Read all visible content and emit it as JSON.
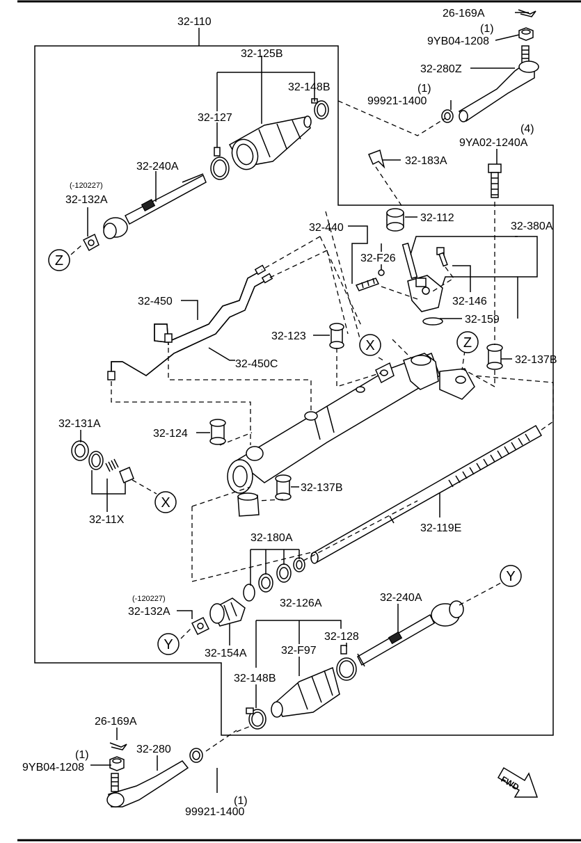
{
  "labels": {
    "p_32_110": "32-110",
    "p_32_125B": "32-125B",
    "p_32_148B_top": "32-148B",
    "p_32_127": "32-127",
    "p_32_240A_top": "32-240A",
    "p_date_top": "(-120227)",
    "p_32_132A_top": "32-132A",
    "p_26_169A_top": "26-169A",
    "p_qty_nut_top": "(1)",
    "p_9YB04_top": "9YB04-1208",
    "p_32_280Z": "32-280Z",
    "p_qty_99921_top": "(1)",
    "p_99921_top": "99921-1400",
    "p_qty_bolt": "(4)",
    "p_9YA02": "9YA02-1240A",
    "p_32_183A": "32-183A",
    "p_32_112": "32-112",
    "p_32_440": "32-440",
    "p_32_380A": "32-380A",
    "p_32_F26": "32-F26",
    "p_32_146": "32-146",
    "p_32_450": "32-450",
    "p_32_159": "32-159",
    "p_32_123": "32-123",
    "p_32_137B_right": "32-137B",
    "p_32_450C": "32-450C",
    "p_32_131A": "32-131A",
    "p_32_124": "32-124",
    "p_32_137B_mid": "32-137B",
    "p_32_11X": "32-11X",
    "p_32_119E": "32-119E",
    "p_32_180A": "32-180A",
    "p_date_bottom": "(-120227)",
    "p_32_132A_bottom": "32-132A",
    "p_32_126A": "32-126A",
    "p_32_240A_bottom": "32-240A",
    "p_32_128": "32-128",
    "p_32_154A": "32-154A",
    "p_32_F97": "32-F97",
    "p_32_148B_bottom": "32-148B",
    "p_26_169A_bottom": "26-169A",
    "p_32_280": "32-280",
    "p_qty_nut_bottom": "(1)",
    "p_9YB04_bottom": "9YB04-1208",
    "p_qty_99921_bottom": "(1)",
    "p_99921_bottom": "99921-1400"
  },
  "callouts": {
    "z_left": "Z",
    "x_left": "X",
    "x_mid": "X",
    "z_mid": "Z",
    "y_left": "Y",
    "y_right": "Y"
  },
  "fwd": "FWD"
}
